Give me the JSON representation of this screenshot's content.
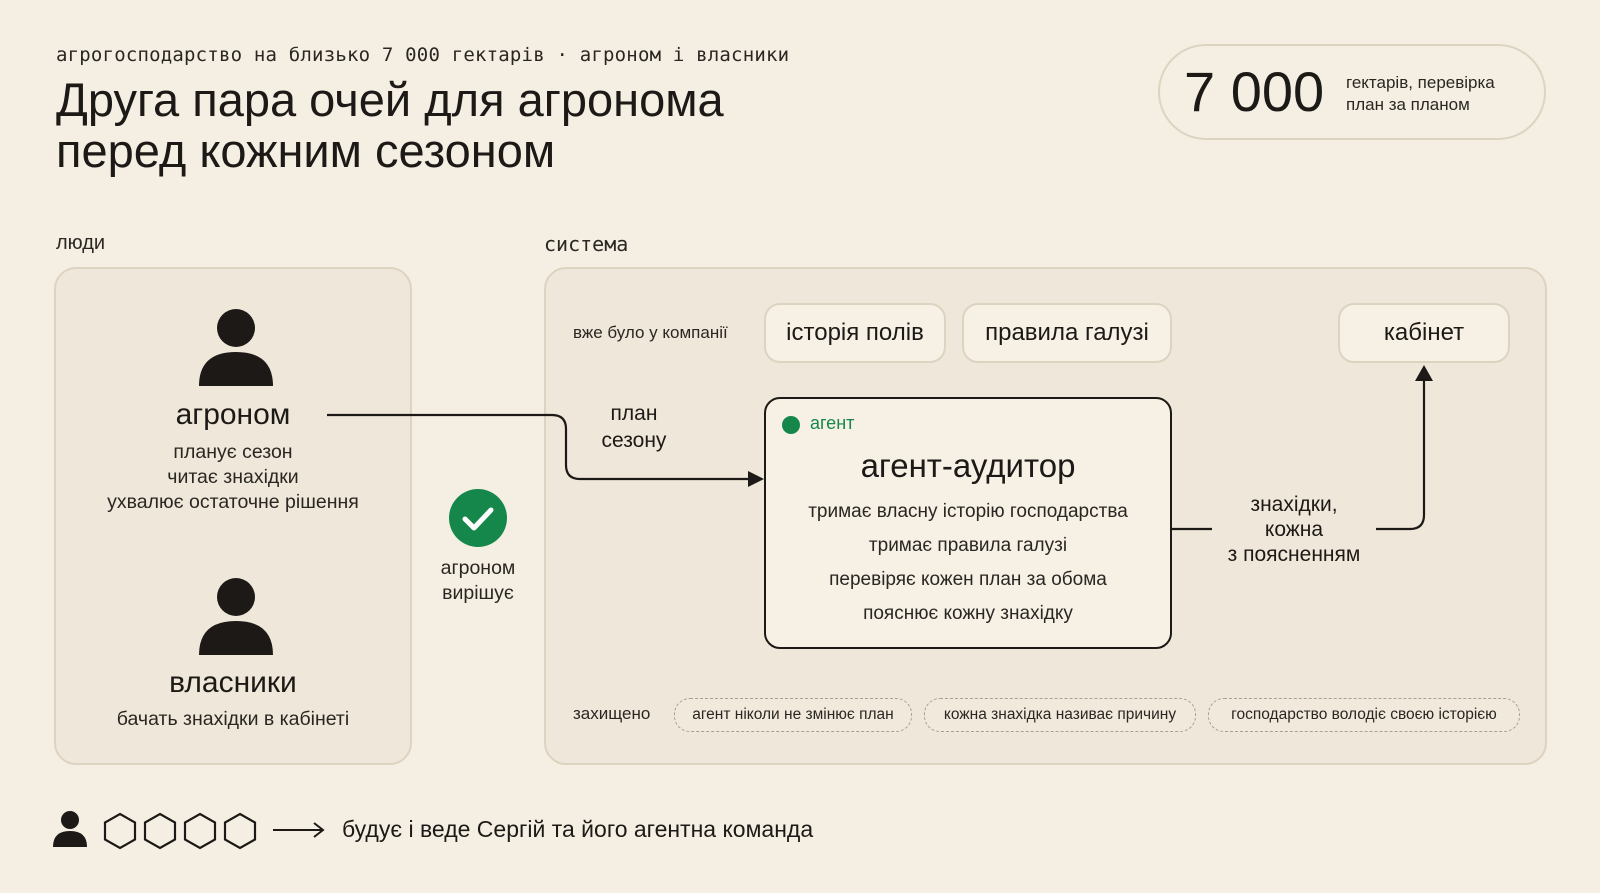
{
  "header": {
    "eyebrow": "агрогосподарство на близько 7 000 гектарів · агроном і власники",
    "title_line1": "Друга пара очей для агронома",
    "title_line2": "перед кожним сезоном"
  },
  "stat": {
    "number": "7 000",
    "caption_line1": "гектарів, перевірка",
    "caption_line2": "план за планом"
  },
  "people": {
    "label": "люди",
    "agronomist": {
      "name": "агроном",
      "lines": [
        "планує сезон",
        "читає знахідки",
        "ухвалює остаточне рішення"
      ]
    },
    "owners": {
      "name": "власники",
      "line": "бачать знахідки в кабінеті"
    }
  },
  "decision": {
    "line1": "агроном",
    "line2": "вирішує",
    "icon": "check-circle-icon",
    "color": "#16874a"
  },
  "system": {
    "label": "система",
    "existing_label": "вже було у компанії",
    "existing_items": [
      "історія полів",
      "правила галузі"
    ],
    "cabinet": "кабінет",
    "plan_label_line1": "план",
    "plan_label_line2": "сезону",
    "agent": {
      "tag": "агент",
      "title": "агент-аудитор",
      "lines": [
        "тримає власну історію господарства",
        "тримає правила галузі",
        "перевіряє кожен план за обома",
        "пояснює кожну знахідку"
      ]
    },
    "findings_line1": "знахідки,",
    "findings_line2": "кожна",
    "findings_line3": "з поясненням",
    "protected_label": "захищено",
    "protected_items": [
      "агент ніколи не змінює план",
      "кожна знахідка називає причину",
      "господарство володіє своєю історією"
    ]
  },
  "footer": {
    "text": "будує і веде Сергій та його агентна команда",
    "icons": [
      "person-icon",
      "hexagon-icon",
      "hexagon-icon",
      "hexagon-icon",
      "hexagon-icon",
      "arrow-right-icon"
    ]
  },
  "colors": {
    "background": "#f5efe3",
    "panel": "#efe7d9",
    "accent_green": "#16874a",
    "ink": "#1c1916"
  }
}
